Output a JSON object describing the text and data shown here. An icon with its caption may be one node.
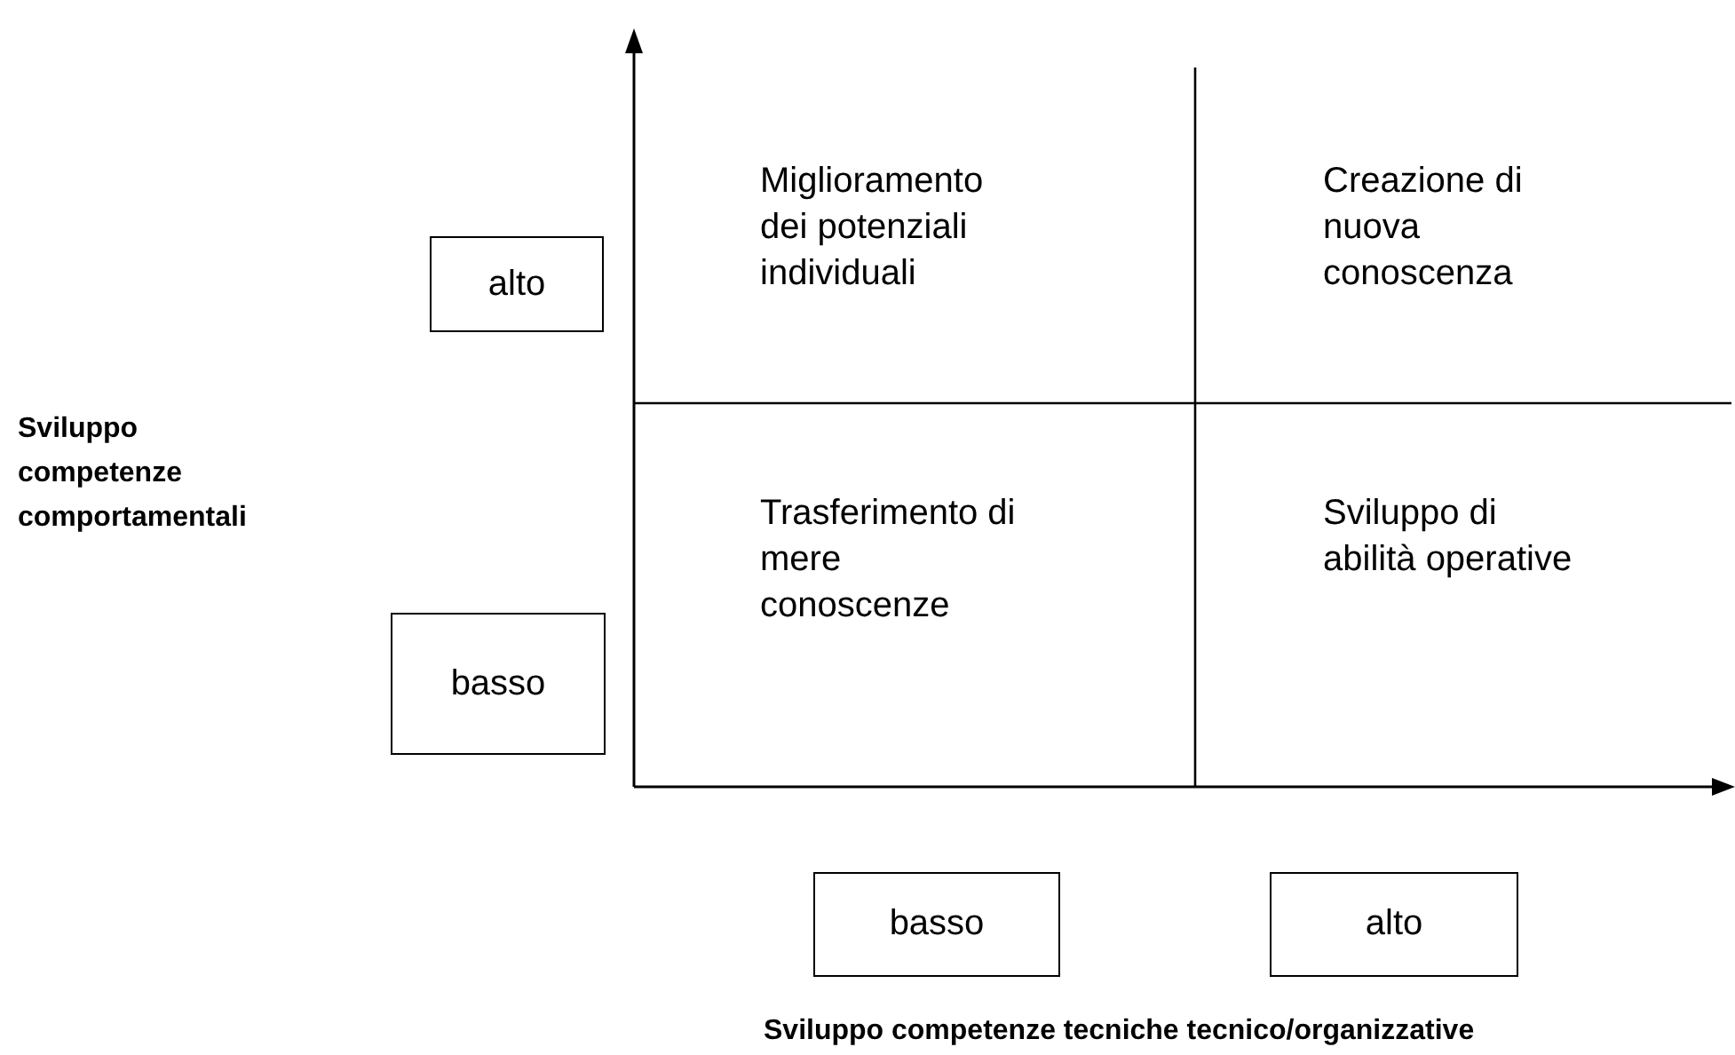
{
  "diagram": {
    "nodes": [
      {
        "text": [
          "alto"
        ]
      },
      {
        "text": [
          "basso"
        ]
      },
      {
        "text": [
          "basso"
        ]
      },
      {
        "text": [
          "alto"
        ]
      }
    ],
    "labels": [
      "Miglioramento dei potenziali individuali",
      "Creazione di nuova conoscenza",
      "Sviluppo competenze comportamentali",
      "Trasferimento di mere conoscenze",
      "Sviluppo di abilità operative",
      "Sviluppo competenze tecniche tecnico/organizzative"
    ]
  }
}
